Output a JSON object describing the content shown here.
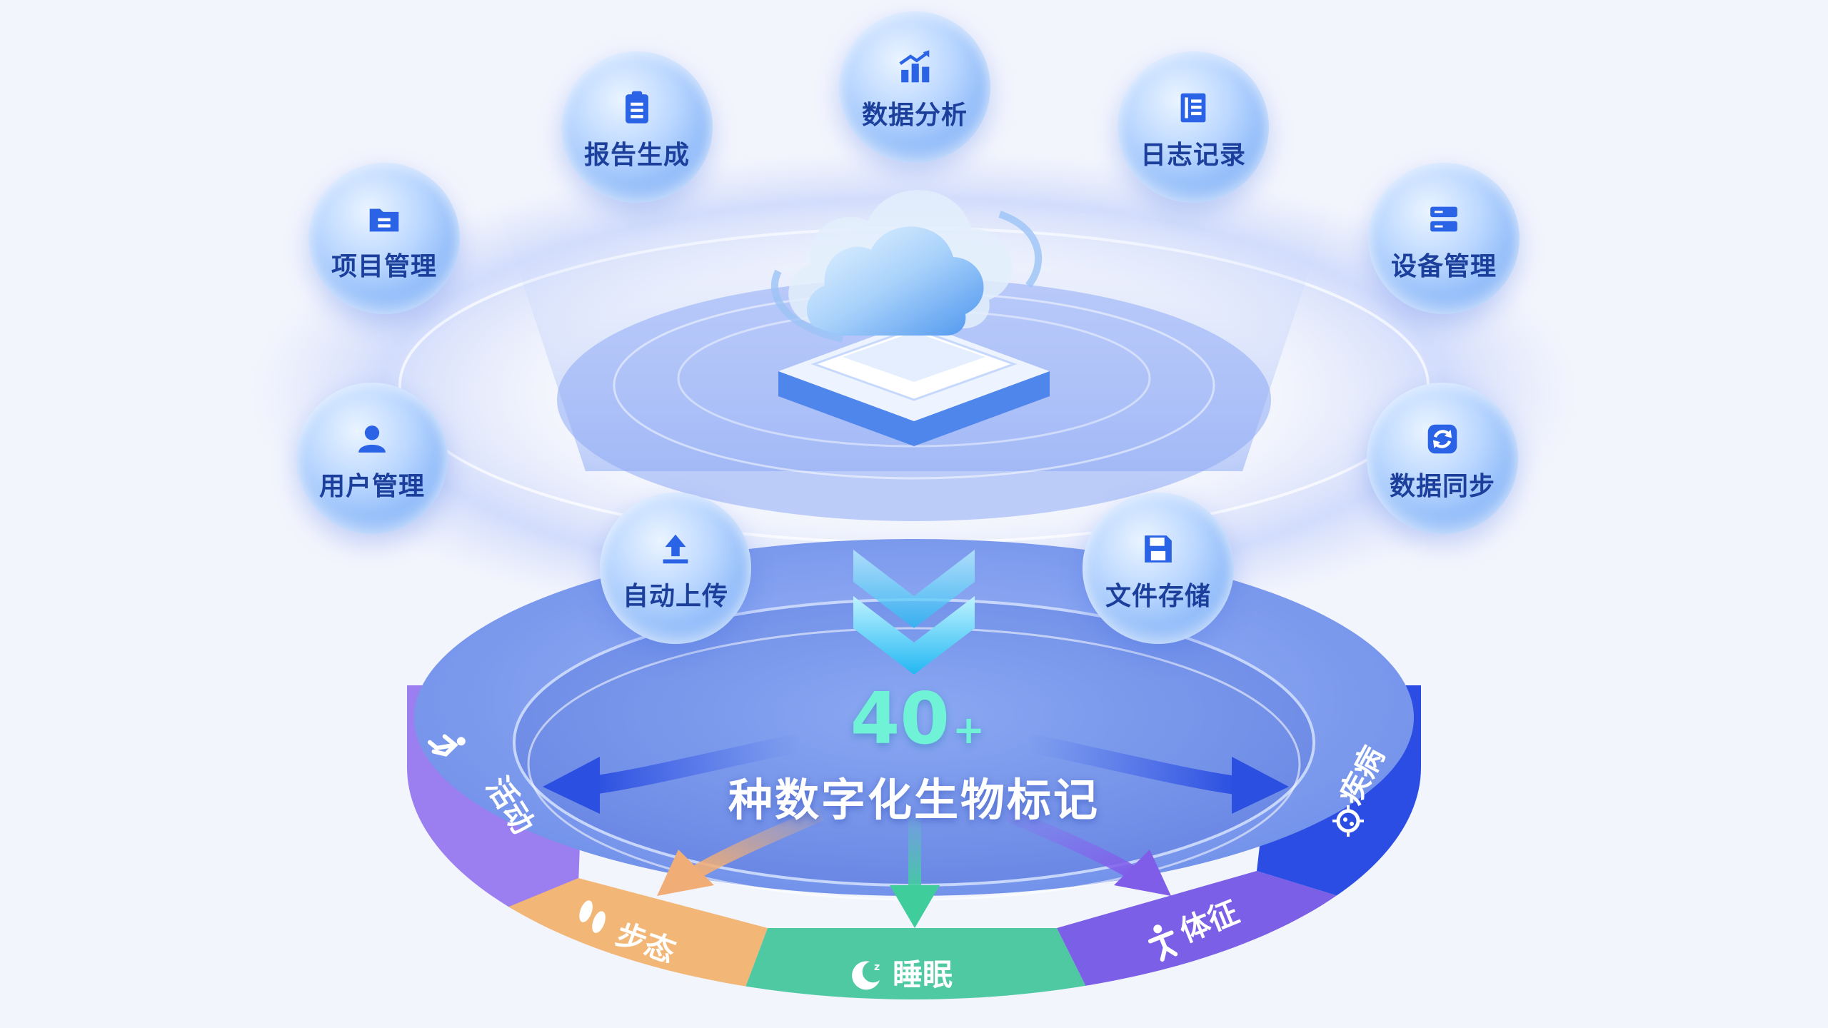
{
  "services": {
    "project_management": "项目管理",
    "report_generation": "报告生成",
    "data_analysis": "数据分析",
    "log_records": "日志记录",
    "device_management": "设备管理",
    "user_management": "用户管理",
    "data_sync": "数据同步",
    "auto_upload": "自动上传",
    "file_storage": "文件存储"
  },
  "center": {
    "count": "40",
    "plus": "+",
    "caption": "种数字化生物标记"
  },
  "categories": {
    "activity": "活动",
    "gait": "步态",
    "sleep": "睡眠",
    "vitals": "体征",
    "disease": "疾病"
  },
  "colors": {
    "activity": "#9b7ff0",
    "gait": "#f2b777",
    "sleep": "#4fc9a2",
    "vitals": "#7b5fe6",
    "disease": "#2c4de4"
  }
}
